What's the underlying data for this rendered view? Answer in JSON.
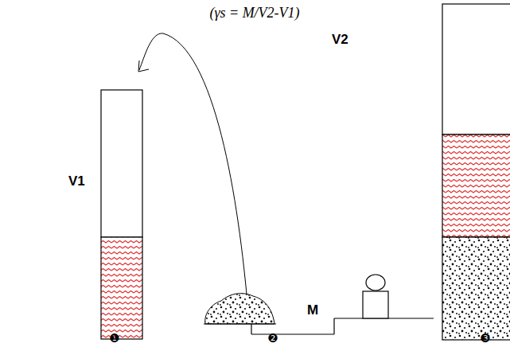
{
  "diagram": {
    "labels": [
      "(γs = M/V2-V1)",
      "V1",
      "V2",
      "M",
      "❶",
      "❷",
      "❸"
    ]
  }
}
